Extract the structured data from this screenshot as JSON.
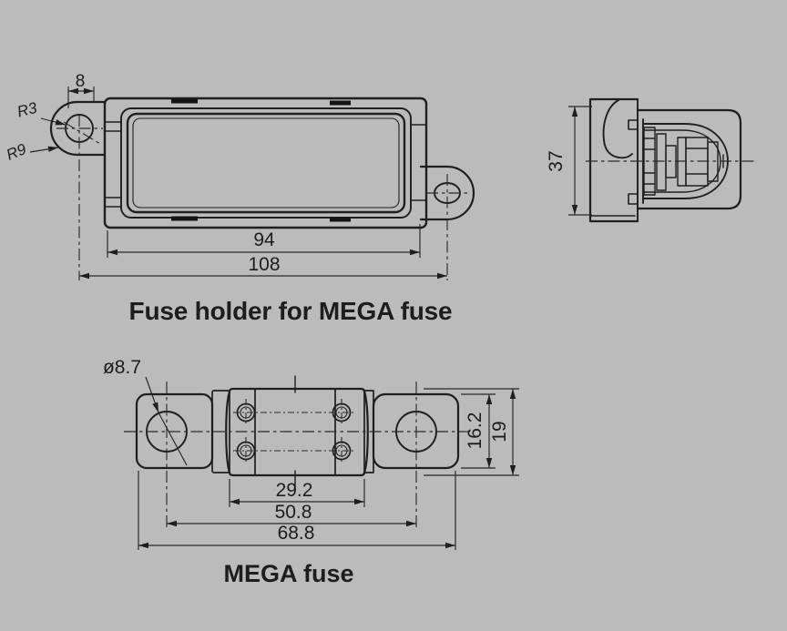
{
  "colors": {
    "background": "#bbbbbb",
    "line": "#1f1f1f",
    "text": "#1d1d1d"
  },
  "holder_front": {
    "caption": "Fuse holder for MEGA fuse",
    "dims": {
      "tab_width": "8",
      "radius_inner": "R3",
      "radius_outer": "R9",
      "body_length": "94",
      "overall_length": "108"
    }
  },
  "holder_side": {
    "dims": {
      "overall_height": "37"
    }
  },
  "fuse": {
    "caption": "MEGA fuse",
    "dims": {
      "hole_diameter": "ø8.7",
      "window_length": "29.2",
      "hole_spacing": "50.8",
      "overall_length": "68.8",
      "terminal_height": "16.2",
      "overall_height": "19"
    }
  }
}
